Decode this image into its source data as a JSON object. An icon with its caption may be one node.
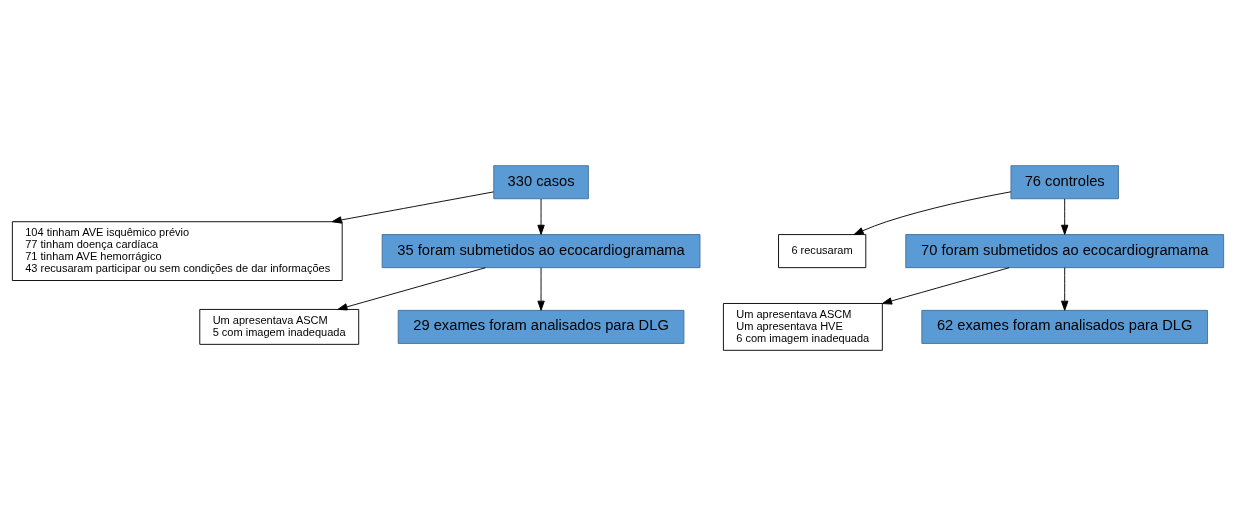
{
  "diagram": {
    "nodes": [
      {
        "text": [
          "330 casos"
        ]
      },
      {
        "text": [
          "76 controles"
        ]
      },
      {
        "text": [
          "104 tinham AVE isquêmico prévio",
          "77 tinham doença cardíaca",
          "71 tinham AVE hemorrágico",
          "43 recusaram participar ou sem condições de dar informações"
        ]
      },
      {
        "text": [
          "6 recusaram"
        ]
      },
      {
        "text": [
          "35 foram submetidos ao ecocardiogramama"
        ]
      },
      {
        "text": [
          "70 foram submetidos ao ecocardiogramama"
        ]
      },
      {
        "text": [
          "Um apresentava ASCM",
          "5 com imagem inadequada"
        ]
      },
      {
        "text": [
          "Um apresentava ASCM",
          "Um apresentava HVE",
          "6 com imagem inadequada"
        ]
      },
      {
        "text": [
          "29 exames foram analisados para DLG"
        ]
      },
      {
        "text": [
          "62 exames foram analisados para DLG"
        ]
      }
    ],
    "edges": [
      {
        "from": 0,
        "to": 4,
        "arrow": "to"
      },
      {
        "from": 0,
        "to": 2,
        "arrow": "to"
      },
      {
        "from": 1,
        "to": 5,
        "arrow": "to"
      },
      {
        "from": 1,
        "to": 3,
        "arrow": "to"
      },
      {
        "from": 4,
        "to": 8,
        "arrow": "to"
      },
      {
        "from": 4,
        "to": 6,
        "arrow": "to"
      },
      {
        "from": 5,
        "to": 9,
        "arrow": "to"
      },
      {
        "from": 5,
        "to": 7,
        "arrow": "to"
      }
    ]
  }
}
